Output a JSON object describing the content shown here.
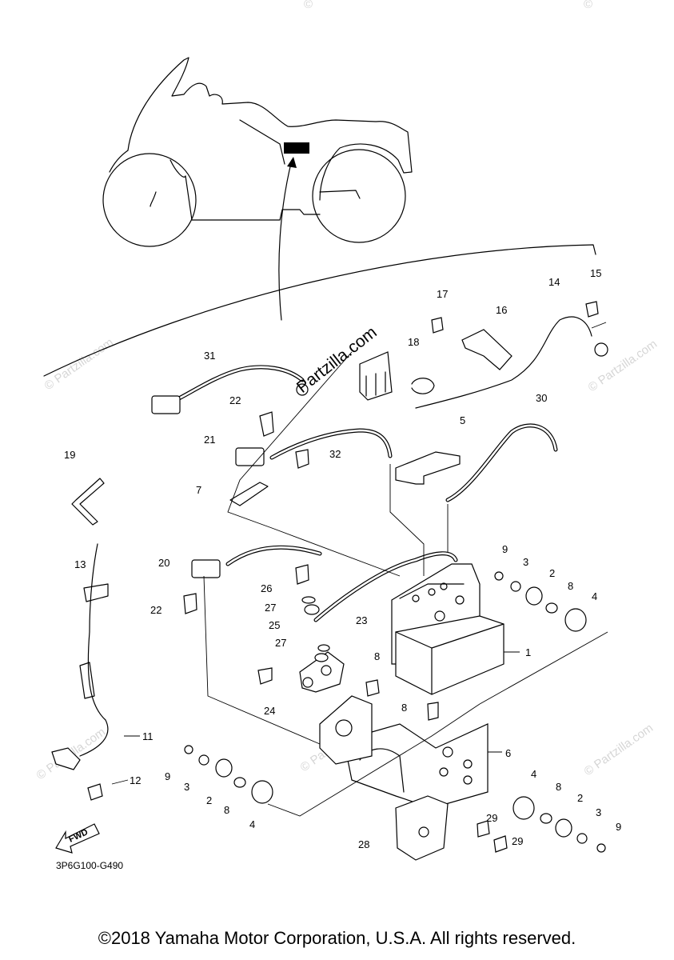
{
  "copyright": "©2018 Yamaha Motor Corporation, U.S.A. All rights reserved.",
  "diagram_code": "3P6G100-G490",
  "fwd_label": "FWD",
  "watermark": {
    "main": "Partzilla.com",
    "faint": "© Partzilla.com"
  },
  "callouts": {
    "c1": "1",
    "c2a": "2",
    "c2b": "2",
    "c2c": "2",
    "c3a": "3",
    "c3b": "3",
    "c3c": "3",
    "c4a": "4",
    "c4b": "4",
    "c4c": "4",
    "c5": "5",
    "c6": "6",
    "c7": "7",
    "c8a": "8",
    "c8b": "8",
    "c8c": "8",
    "c8d": "8",
    "c8e": "8",
    "c9a": "9",
    "c9b": "9",
    "c9c": "9",
    "c11": "11",
    "c12": "12",
    "c13": "13",
    "c14": "14",
    "c15": "15",
    "c16": "16",
    "c17": "17",
    "c18": "18",
    "c19": "19",
    "c20": "20",
    "c21": "21",
    "c22a": "22",
    "c22b": "22",
    "c23": "23",
    "c24": "24",
    "c25": "25",
    "c26": "26",
    "c27a": "27",
    "c27b": "27",
    "c28": "28",
    "c29a": "29",
    "c29b": "29",
    "c30": "30",
    "c31": "31",
    "c32": "32"
  }
}
